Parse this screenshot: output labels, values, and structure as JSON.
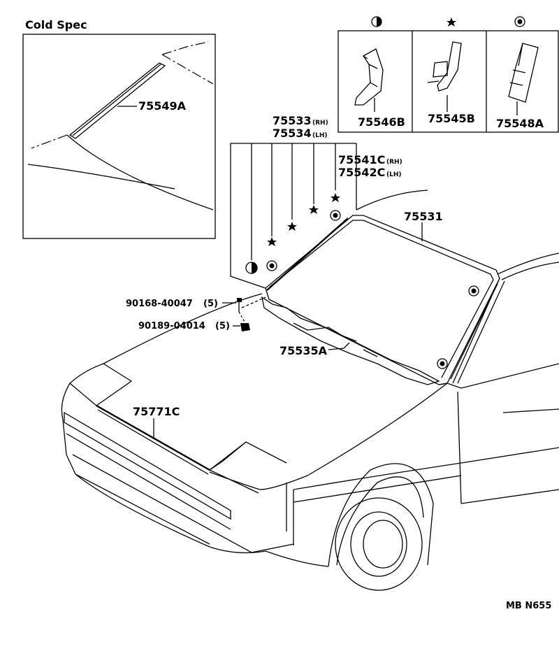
{
  "cold_spec": {
    "title": "Cold Spec",
    "part": "75549A"
  },
  "variants": [
    {
      "symbol": "half-circle",
      "part": "75546B"
    },
    {
      "symbol": "star",
      "part": "75545B"
    },
    {
      "symbol": "bullseye",
      "part": "75548A"
    }
  ],
  "callouts": {
    "p75533": "75533",
    "p75533_side": "(RH)",
    "p75534": "75534",
    "p75534_side": "(LH)",
    "p75541c": "75541C",
    "p75541c_side": "(RH)",
    "p75542c": "75542C",
    "p75542c_side": "(LH)",
    "p75531": "75531",
    "p90168": "90168-40047",
    "p90168_qty": "(5)",
    "p90189": "90189-04014",
    "p90189_qty": "(5)",
    "p75535a": "75535A",
    "p75771c": "75771C"
  },
  "diagram_code": "MB N655"
}
